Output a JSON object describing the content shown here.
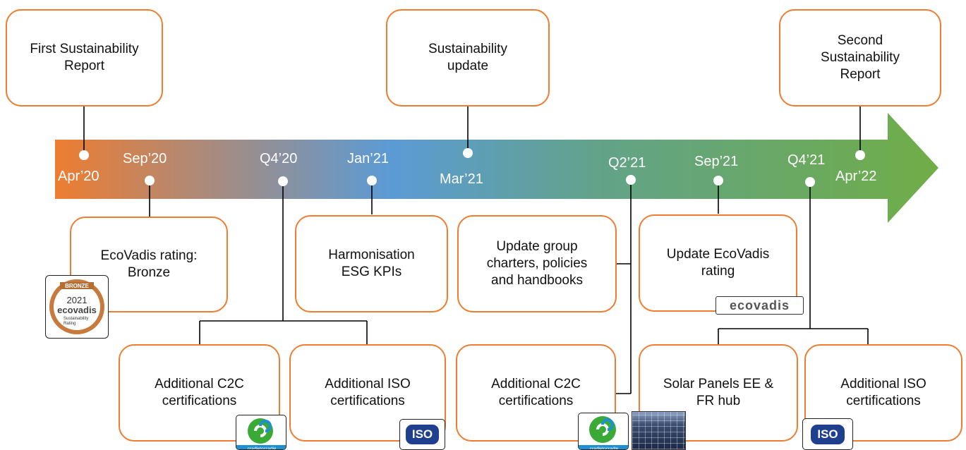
{
  "milestones_top": [
    {
      "date": "Apr’20",
      "text": "First Sustainability\nReport"
    },
    {
      "date": "Mar’21",
      "text": "Sustainability\nupdate"
    },
    {
      "date": "Apr’22",
      "text": "Second\nSustainability\nReport"
    }
  ],
  "milestones_bottom": [
    {
      "date": "Sep’20",
      "text": "EcoVadis rating:\nBronze"
    },
    {
      "date": "Q4’20"
    },
    {
      "date": "Jan’21",
      "text": "Harmonisation\nESG KPIs"
    },
    {
      "date": "Q2’21"
    },
    {
      "date": "Sep’21",
      "text": "Update EcoVadis\nrating"
    },
    {
      "date": "Q4’21"
    }
  ],
  "q4_20_boxes": [
    {
      "text": "Additional C2C\ncertifications"
    },
    {
      "text": "Additional ISO\ncertifications"
    }
  ],
  "q2_21_boxes": [
    {
      "text": "Update group\ncharters, policies\nand handbooks"
    },
    {
      "text": "Additional C2C\ncertifications"
    }
  ],
  "q4_21_boxes": [
    {
      "text": "Solar Panels EE &\nFR hub"
    },
    {
      "text": "Additional ISO\ncertifications"
    }
  ],
  "logos": {
    "bronze": {
      "tier": "BRONZE",
      "year": "2021",
      "brand": "ecovadis",
      "caption1": "Sustainability",
      "caption2": "Rating"
    },
    "ecovadis": "ecovadis",
    "iso": "ISO",
    "c2c": "cradletocradle"
  },
  "colors": {
    "arrow_start": "#ED7D31",
    "arrow_mid": "#5B9BD5",
    "arrow_end": "#70AD47",
    "box_border": "#ED7D31",
    "connector": "#000000",
    "date_text": "#FFFFFF"
  }
}
